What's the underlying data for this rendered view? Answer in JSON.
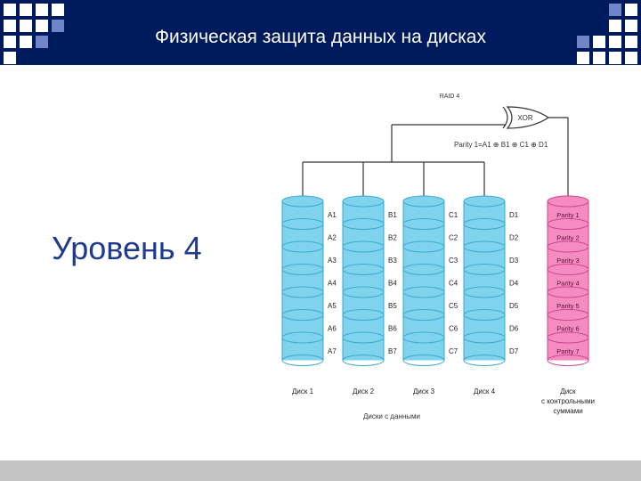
{
  "header": {
    "title": "Физическая защита данных на дисках"
  },
  "main": {
    "level_label": "Уровень 4"
  },
  "diagram": {
    "title": "RAID 4",
    "gate_label": "XOR",
    "parity_formula": "Parity 1=A1 ⊕ B1 ⊕ C1 ⊕ D1",
    "data_disks": [
      {
        "name": "Диск 1",
        "blocks": [
          "A1",
          "A2",
          "A3",
          "A4",
          "A5",
          "A6",
          "A7"
        ]
      },
      {
        "name": "Диск 2",
        "blocks": [
          "B1",
          "B2",
          "B3",
          "B4",
          "B5",
          "B6",
          "B7"
        ]
      },
      {
        "name": "Диск 3",
        "blocks": [
          "C1",
          "C2",
          "C3",
          "C4",
          "C5",
          "C6",
          "C7"
        ]
      },
      {
        "name": "Диск 4",
        "blocks": [
          "D1",
          "D2",
          "D3",
          "D4",
          "D5",
          "D6",
          "D7"
        ]
      }
    ],
    "parity_disk": {
      "name_lines": [
        "Диск",
        "с контрольными",
        "суммами"
      ],
      "blocks": [
        "Parity 1",
        "Parity 2",
        "Parity 3",
        "Parity 4",
        "Parity 5",
        "Parity 6",
        "Parity 7"
      ]
    },
    "data_disks_caption": "Диски с данными",
    "colors": {
      "data_disk": "#7fd3ec",
      "data_disk_dark": "#3aa9cf",
      "parity_disk": "#f48cc1",
      "parity_disk_dark": "#d2448f",
      "line": "#333333"
    }
  }
}
